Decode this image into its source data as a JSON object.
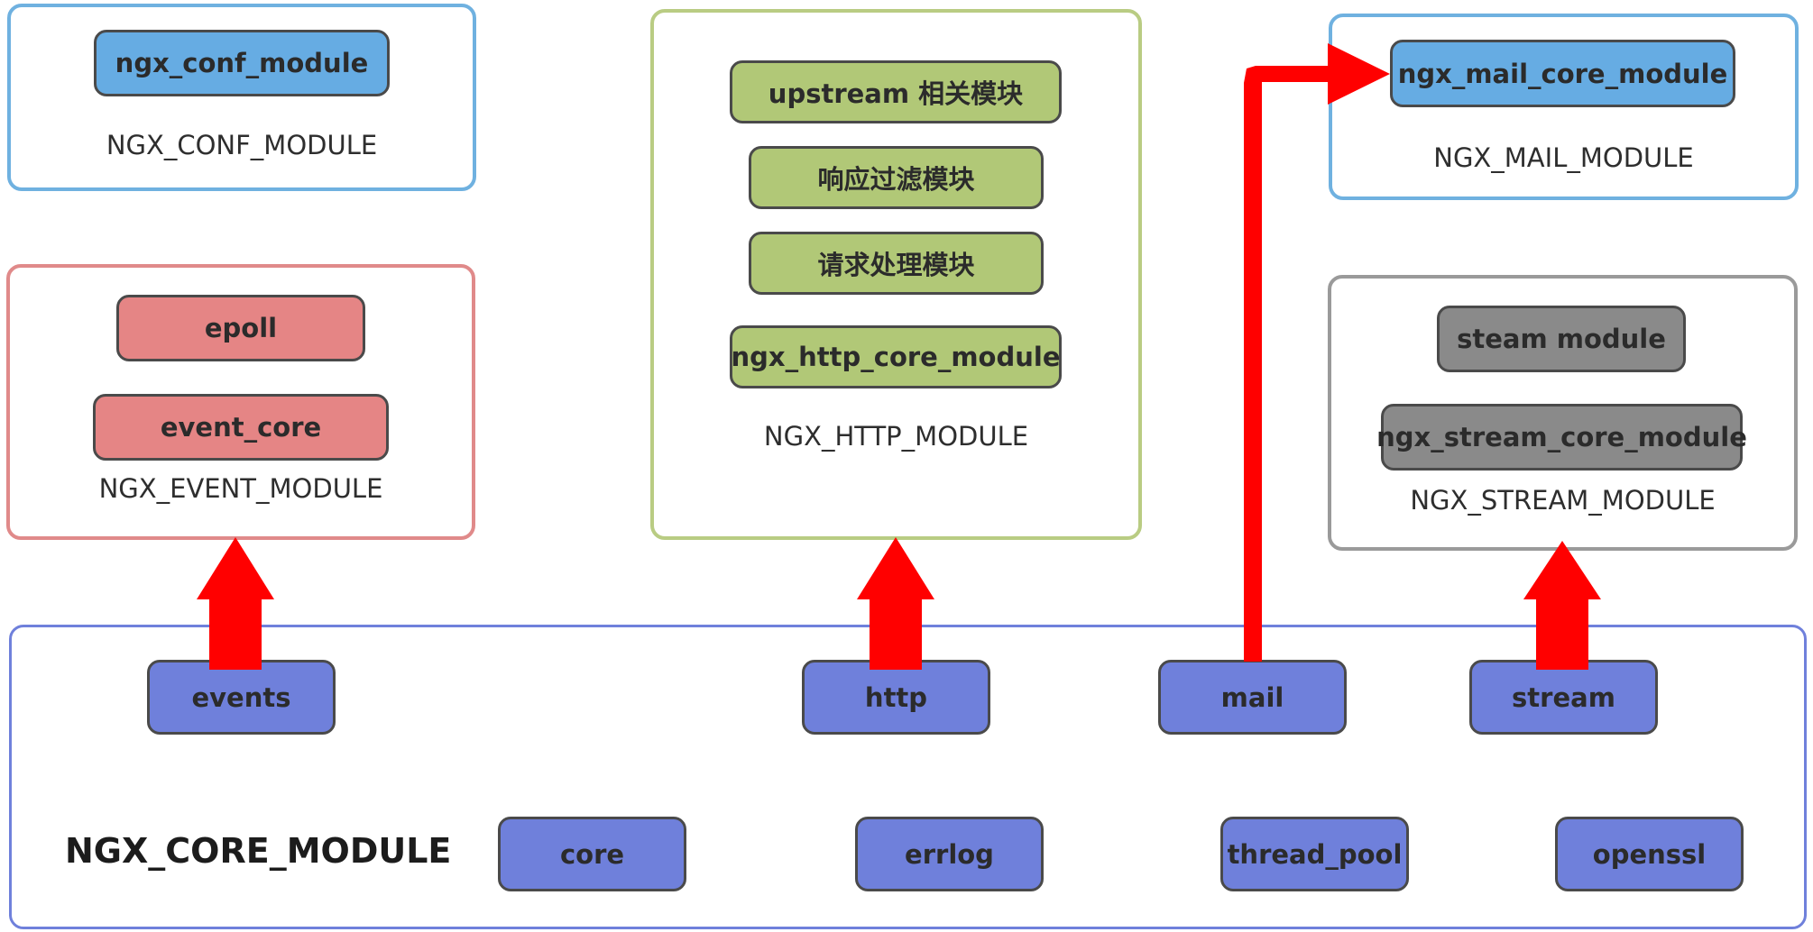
{
  "colors": {
    "conf_border": "#6fb1e0",
    "event_border": "#e08a8a",
    "http_border": "#b9cc83",
    "mail_border": "#6fb1e0",
    "stream_border": "#9a9a9a",
    "core_border": "#6f80db",
    "arrow": "#ff0000"
  },
  "conf_group": {
    "label": "NGX_CONF_MODULE",
    "modules": [
      "ngx_conf_module"
    ]
  },
  "event_group": {
    "label": "NGX_EVENT_MODULE",
    "modules": [
      "epoll",
      "event_core"
    ]
  },
  "http_group": {
    "label": "NGX_HTTP_MODULE",
    "modules": [
      "upstream 相关模块",
      "响应过滤模块",
      "请求处理模块",
      "ngx_http_core_module"
    ]
  },
  "mail_group": {
    "label": "NGX_MAIL_MODULE",
    "modules": [
      "ngx_mail_core_module"
    ]
  },
  "stream_group": {
    "label": "NGX_STREAM_MODULE",
    "modules": [
      "steam module",
      "ngx_stream_core_module"
    ]
  },
  "core_group": {
    "label": "NGX_CORE_MODULE",
    "top_modules": [
      "events",
      "http",
      "mail",
      "stream"
    ],
    "bottom_modules": [
      "core",
      "errlog",
      "thread_pool",
      "openssl"
    ]
  }
}
